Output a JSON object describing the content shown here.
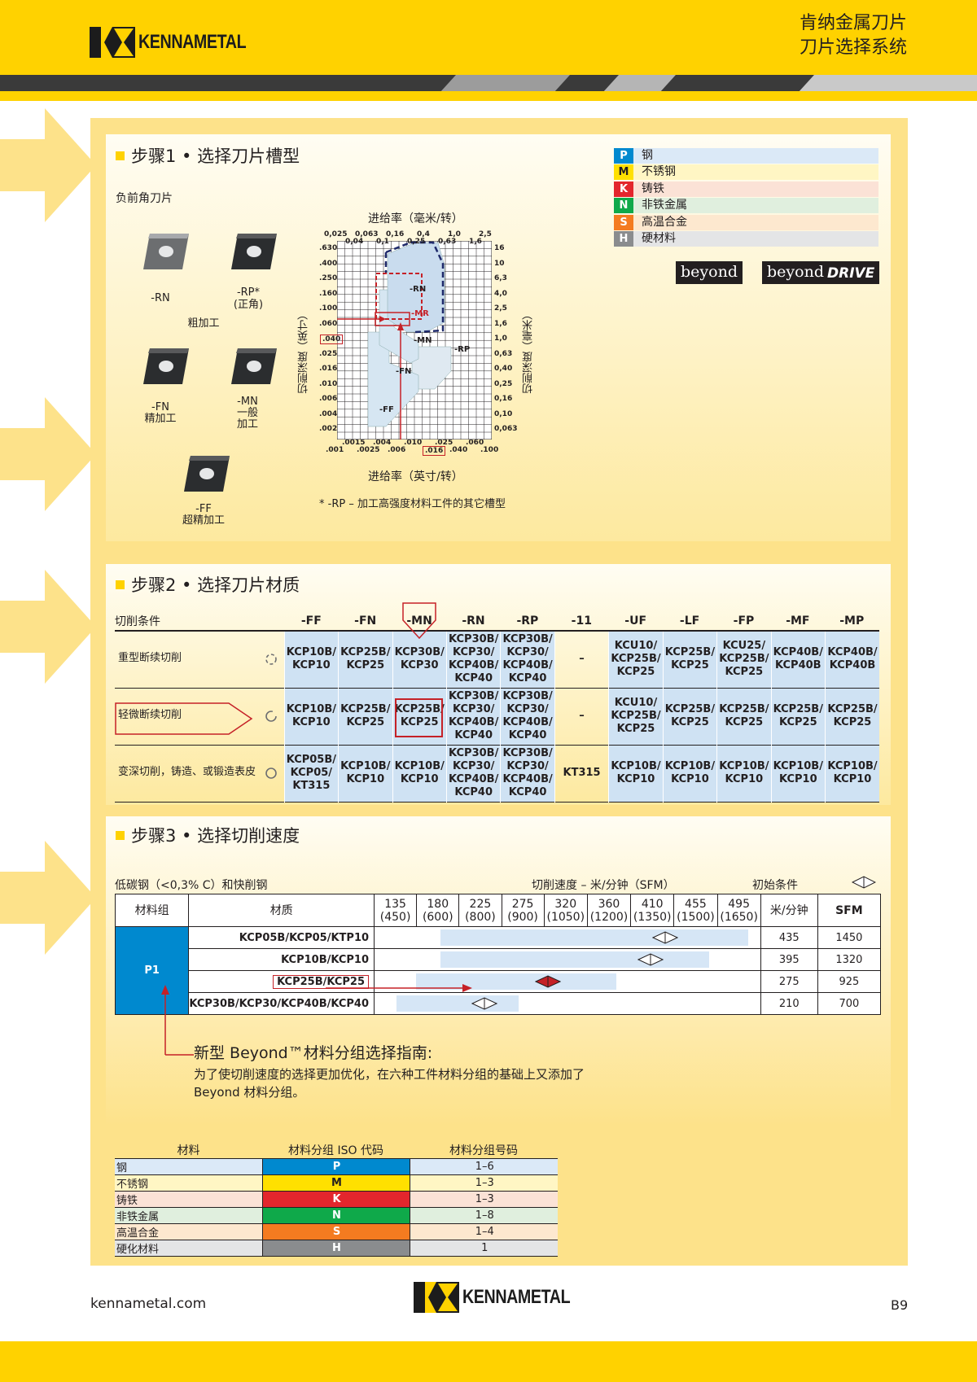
{
  "header": {
    "brand": "KENNAMETAL",
    "title_line1": "肯纳金属刀片",
    "title_line2": "刀片选择系统"
  },
  "legend": [
    {
      "code": "P",
      "name": "钢",
      "color": "#0089cf",
      "bg": "#dbe9f7"
    },
    {
      "code": "M",
      "name": "不锈钢",
      "color": "#ffe000",
      "bg": "#fff6c4",
      "dark": true
    },
    {
      "code": "K",
      "name": "铸铁",
      "color": "#e3262d",
      "bg": "#fbe2d6"
    },
    {
      "code": "N",
      "name": "非铁金属",
      "color": "#0fa94a",
      "bg": "#e0efde"
    },
    {
      "code": "S",
      "name": "高温合金",
      "color": "#f47b20",
      "bg": "#fde8cf"
    },
    {
      "code": "H",
      "name": "硬材料",
      "color": "#8a8c8e",
      "bg": "#e4e5e6"
    }
  ],
  "badges": {
    "beyond": "beyond",
    "drive": "DRIVE"
  },
  "step1": {
    "title": "步骤1 • 选择刀片槽型",
    "subtitle": "负前角刀片",
    "labels": {
      "rn": "-RN",
      "rp": "-RP*",
      "rp_note": "(正角)",
      "rough": "粗加工",
      "fn": "-FN",
      "fn_note": "精加工",
      "mn": "-MN",
      "mn_note1": "一般",
      "mn_note2": "加工",
      "ff": "-FF",
      "ff_note": "超精加工"
    },
    "chart": {
      "top_title": "进给率（毫米/转）",
      "bottom_title": "进给率（英寸/转）",
      "left_title": "切削深度（英寸）",
      "right_title": "切削深度（毫米）",
      "top_ticks_a": [
        "0,025",
        "0,063",
        "0,16",
        "0,4",
        "1,0",
        "2,5"
      ],
      "top_ticks_b": [
        "0,04",
        "0,1",
        "0,25",
        "0,63",
        "1,6"
      ],
      "bottom_ticks_a": [
        ".001",
        ".0025",
        ".006",
        ".016",
        ".040",
        ".100"
      ],
      "bottom_ticks_b": [
        ".0015",
        ".004",
        ".010",
        ".025",
        ".060"
      ],
      "left_ticks": [
        ".630",
        ".400",
        ".250",
        ".160",
        ".100",
        ".060",
        ".040",
        ".025",
        ".016",
        ".010",
        ".006",
        ".004",
        ".002"
      ],
      "right_ticks": [
        "16",
        "10",
        "6,3",
        "4,0",
        "2,5",
        "1,6",
        "1,0",
        "0,63",
        "0,40",
        "0,25",
        "0,16",
        "0,10",
        "0,063"
      ],
      "regions": [
        "-RN",
        "-MR",
        "-MN",
        "-RP",
        "-FN",
        "-FF"
      ],
      "highlight_depth": ".040",
      "highlight_feed": ".016"
    },
    "footnote": "* -RP – 加工高强度材料工件的其它槽型"
  },
  "step2": {
    "title": "步骤2 • 选择刀片材质",
    "header_label": "切削条件",
    "columns": [
      "-FF",
      "-FN",
      "-MN",
      "-RN",
      "-RP",
      "-11",
      "-UF",
      "-LF",
      "-FP",
      "-MF",
      "-MP"
    ],
    "rows": [
      {
        "condition": "重型断续切削",
        "cells": [
          "KCP10B/\nKCP10",
          "KCP25B/\nKCP25",
          "KCP30B/\nKCP30",
          "KCP30B/\nKCP30/\nKCP40B/\nKCP40",
          "KCP30B/\nKCP30/\nKCP40B/\nKCP40",
          "–",
          "KCU10/\nKCP25B/\nKCP25",
          "KCP25B/\nKCP25",
          "KCU25/\nKCP25B/\nKCP25",
          "KCP40B/\nKCP40B",
          "KCP40B/\nKCP40B"
        ]
      },
      {
        "condition": "轻微断续切削",
        "cells": [
          "KCP10B/\nKCP10",
          "KCP25B/\nKCP25",
          "KCP25B/\nKCP25",
          "KCP30B/\nKCP30/\nKCP40B/\nKCP40",
          "KCP30B/\nKCP30/\nKCP40B/\nKCP40",
          "–",
          "KCU10/\nKCP25B/\nKCP25",
          "KCP25B/\nKCP25",
          "KCP25B/\nKCP25",
          "KCP25B/\nKCP25",
          "KCP25B/\nKCP25"
        ]
      },
      {
        "condition": "变深切削，铸造、或锻造表皮",
        "cells": [
          "KCP05B/\nKCP05/\nKT315",
          "KCP10B/\nKCP10",
          "KCP10B/\nKCP10",
          "KCP30B/\nKCP30/\nKCP40B/\nKCP40",
          "KCP30B/\nKCP30/\nKCP40B/\nKCP40",
          "KT315",
          "KCP10B/\nKCP10",
          "KCP10B/\nKCP10",
          "KCP10B/\nKCP10",
          "KCP10B/\nKCP10",
          "KCP10B/\nKCP10"
        ]
      }
    ]
  },
  "step3": {
    "title": "步骤3 • 选择切削速度",
    "material_note": "低碳钢（<0,3% C）和快削钢",
    "speed_label": "切削速度 – 米/分钟（SFM）",
    "start_label": "初始条件",
    "col_group": "材料组",
    "col_grade": "材质",
    "speeds": [
      {
        "m": "135",
        "sfm": "(450)"
      },
      {
        "m": "180",
        "sfm": "(600)"
      },
      {
        "m": "225",
        "sfm": "(800)"
      },
      {
        "m": "275",
        "sfm": "(900)"
      },
      {
        "m": "320",
        "sfm": "(1050)"
      },
      {
        "m": "360",
        "sfm": "(1200)"
      },
      {
        "m": "410",
        "sfm": "(1350)"
      },
      {
        "m": "455",
        "sfm": "(1500)"
      },
      {
        "m": "495",
        "sfm": "(1650)"
      }
    ],
    "col_mmin": "米/分钟",
    "col_sfm": "SFM",
    "group": "P1",
    "rows": [
      {
        "grade": "KCP05B/KCP05/KTP10",
        "start_mmin": "435",
        "start_sfm": "1450",
        "range": [
          180,
          495
        ],
        "marker": 410
      },
      {
        "grade": "KCP10B/KCP10",
        "start_mmin": "395",
        "start_sfm": "1320",
        "range": [
          180,
          455
        ],
        "marker": 395
      },
      {
        "grade": "KCP25B/KCP25",
        "start_mmin": "275",
        "start_sfm": "925",
        "range": [
          155,
          360
        ],
        "marker": 290
      },
      {
        "grade": "KCP30B/KCP30/KCP40B/KCP40",
        "start_mmin": "210",
        "start_sfm": "700",
        "range": [
          135,
          260
        ],
        "marker": 225
      }
    ],
    "guide_title": "新型 Beyond™材料分组选择指南:",
    "guide_text1": "为了使切削速度的选择更加优化，在六种工件材料分组的基础上又添加了",
    "guide_text2": "Beyond 材料分组。"
  },
  "groups_table": {
    "headers": [
      "材料",
      "材料分组 ISO 代码",
      "材料分组号码"
    ],
    "rows": [
      {
        "material": "钢",
        "code": "P",
        "range": "1–6"
      },
      {
        "material": "不锈钢",
        "code": "M",
        "range": "1–3"
      },
      {
        "material": "铸铁",
        "code": "K",
        "range": "1–3"
      },
      {
        "material": "非铁金属",
        "code": "N",
        "range": "1–8"
      },
      {
        "material": "高温合金",
        "code": "S",
        "range": "1–4"
      },
      {
        "material": "硬化材料",
        "code": "H",
        "range": "1"
      }
    ]
  },
  "footer": {
    "url": "kennametal.com",
    "page": "B9"
  }
}
